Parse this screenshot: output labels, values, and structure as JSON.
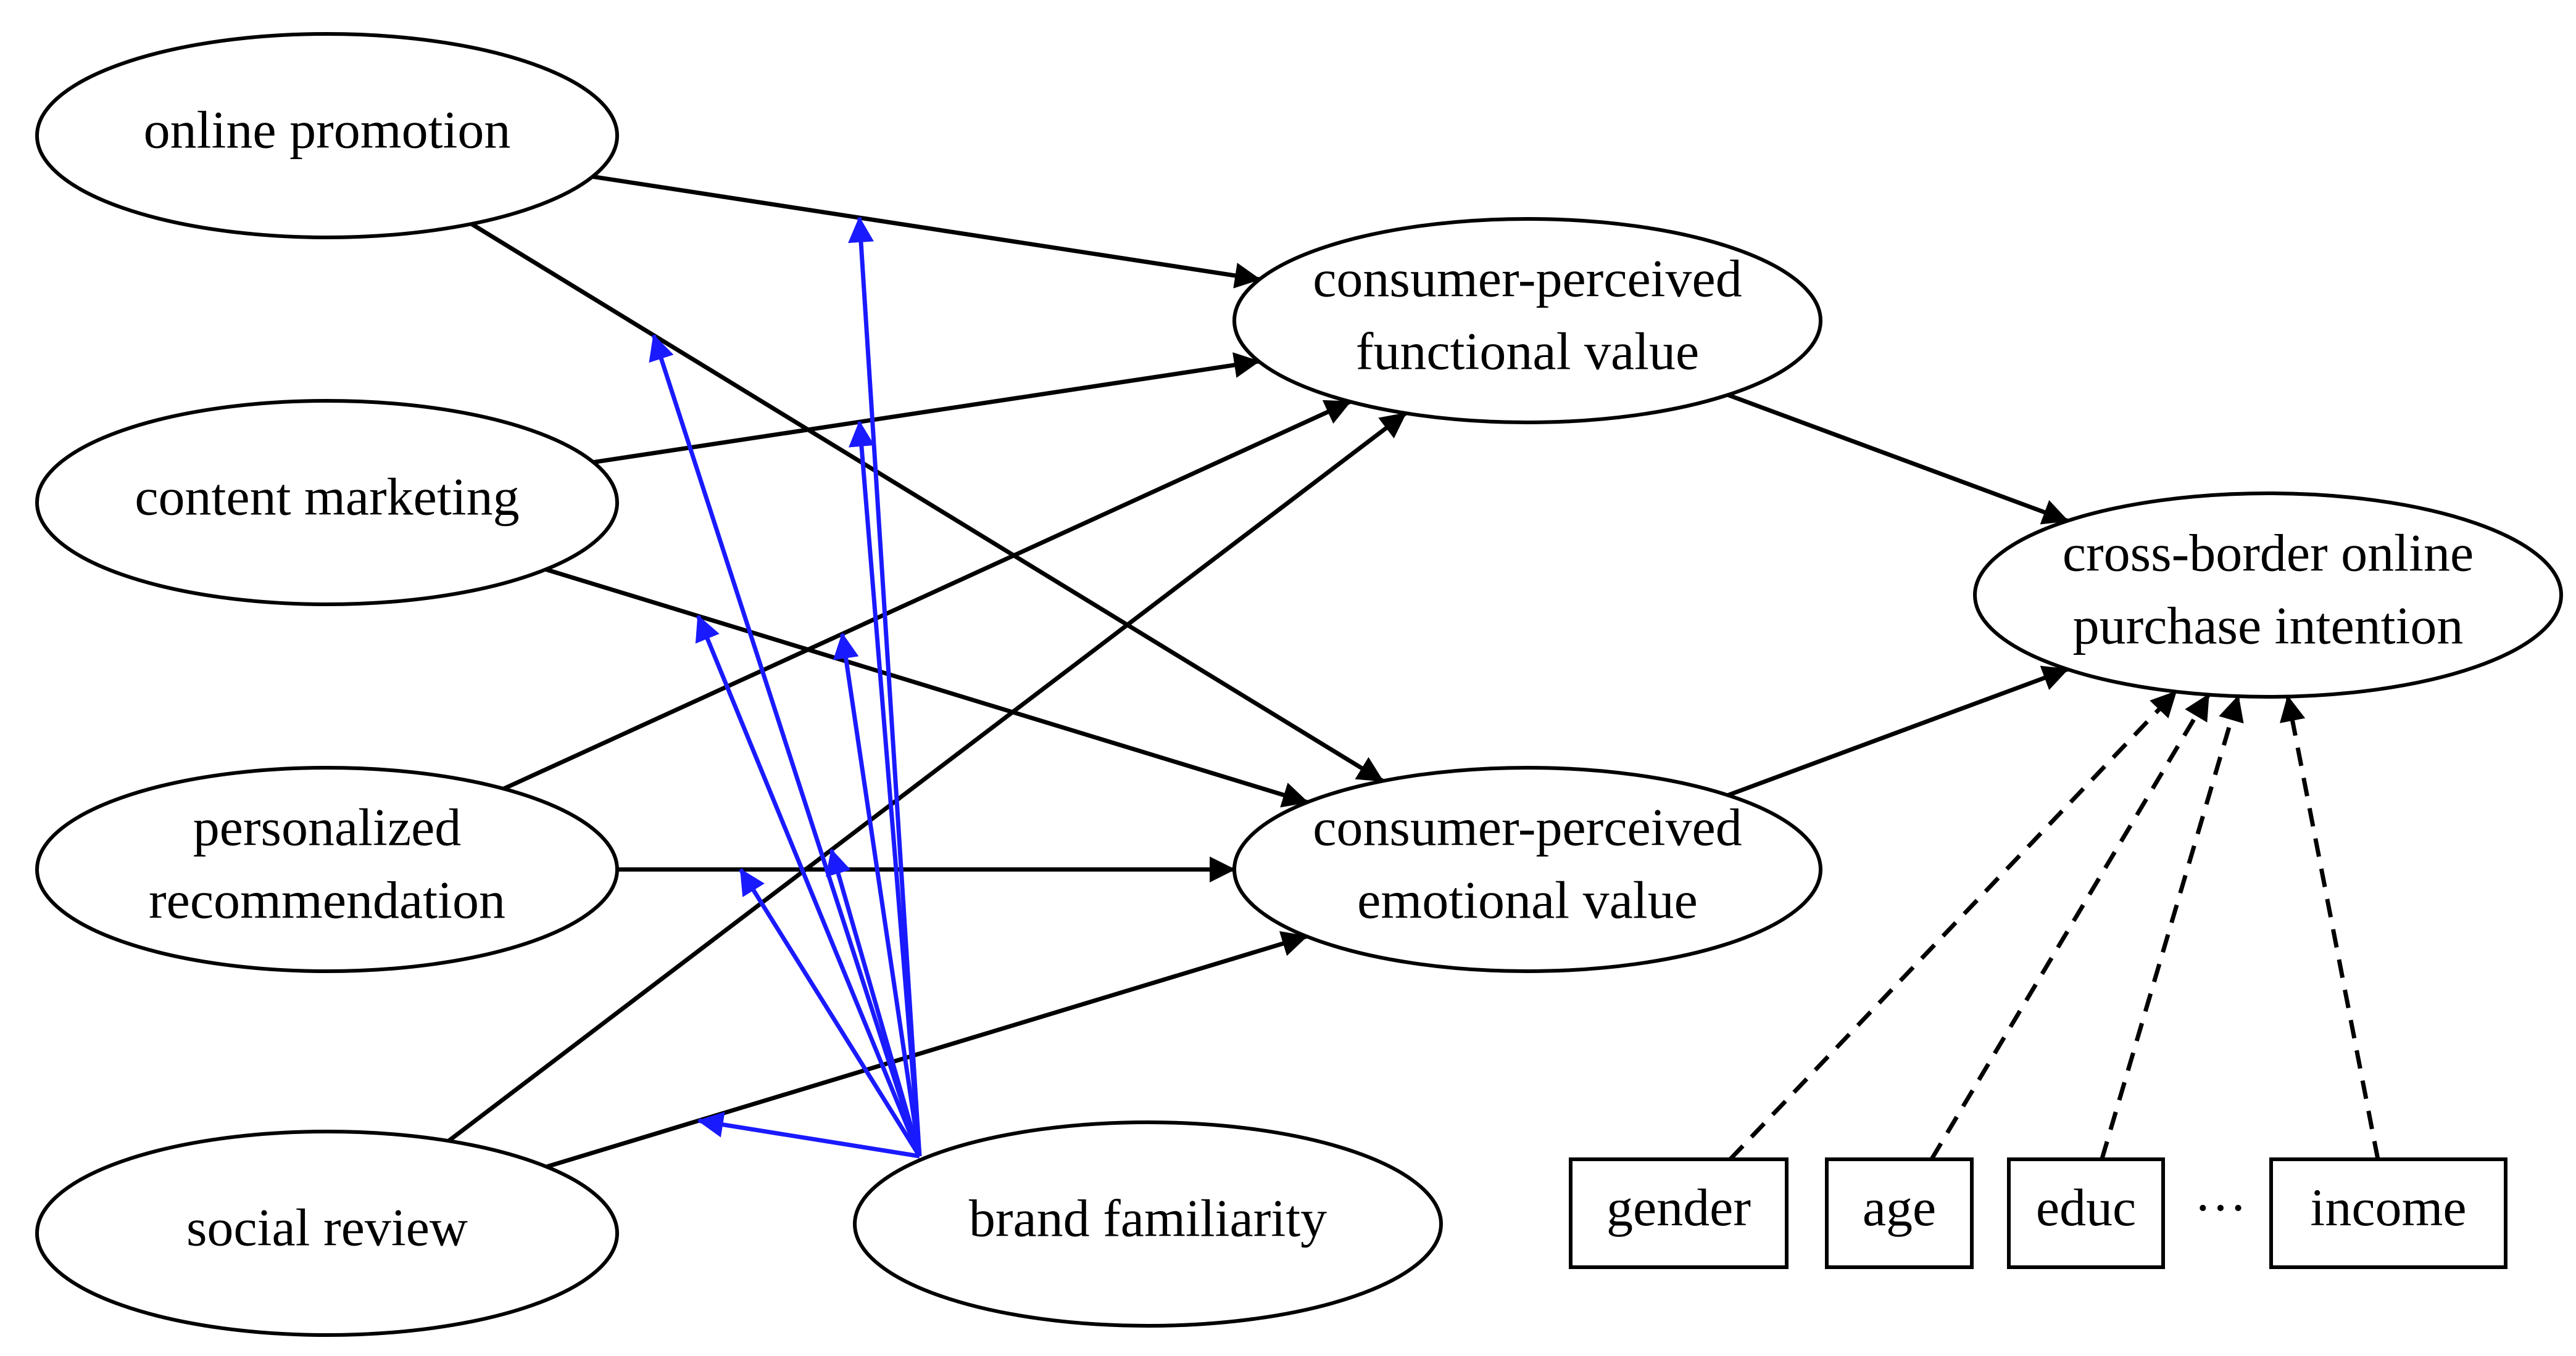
{
  "colors": {
    "line": "#000000",
    "moderator": "#1a1aff",
    "node_fill": "#ffffff"
  },
  "nodes": {
    "online_promotion": {
      "lines": [
        "online promotion"
      ]
    },
    "content_marketing": {
      "lines": [
        "content marketing"
      ]
    },
    "personalized_recommendation": {
      "lines": [
        "personalized",
        "recommendation"
      ]
    },
    "social_review": {
      "lines": [
        "social review"
      ]
    },
    "brand_familiarity": {
      "lines": [
        "brand familiarity"
      ]
    },
    "functional_value": {
      "lines": [
        "consumer-perceived",
        "functional value"
      ]
    },
    "emotional_value": {
      "lines": [
        "consumer-perceived",
        "emotional value"
      ]
    },
    "purchase_intention": {
      "lines": [
        "cross-border online",
        "purchase intention"
      ]
    },
    "gender": {
      "lines": [
        "gender"
      ]
    },
    "age": {
      "lines": [
        "age"
      ]
    },
    "educ": {
      "lines": [
        "educ"
      ]
    },
    "ellipsis": {
      "lines": [
        "···"
      ]
    },
    "income": {
      "lines": [
        "income"
      ]
    }
  },
  "edges": [
    {
      "from": "online_promotion",
      "to": "functional_value",
      "style": "solid"
    },
    {
      "from": "online_promotion",
      "to": "emotional_value",
      "style": "solid"
    },
    {
      "from": "content_marketing",
      "to": "functional_value",
      "style": "solid"
    },
    {
      "from": "content_marketing",
      "to": "emotional_value",
      "style": "solid"
    },
    {
      "from": "personalized_recommendation",
      "to": "functional_value",
      "style": "solid"
    },
    {
      "from": "personalized_recommendation",
      "to": "emotional_value",
      "style": "solid"
    },
    {
      "from": "social_review",
      "to": "functional_value",
      "style": "solid"
    },
    {
      "from": "social_review",
      "to": "emotional_value",
      "style": "solid"
    },
    {
      "from": "functional_value",
      "to": "purchase_intention",
      "style": "solid"
    },
    {
      "from": "emotional_value",
      "to": "purchase_intention",
      "style": "solid"
    },
    {
      "from": "gender",
      "to": "purchase_intention",
      "style": "dashed"
    },
    {
      "from": "age",
      "to": "purchase_intention",
      "style": "dashed"
    },
    {
      "from": "educ",
      "to": "purchase_intention",
      "style": "dashed"
    },
    {
      "from": "income",
      "to": "purchase_intention",
      "style": "dashed"
    }
  ],
  "moderation": {
    "moderator": "brand_familiarity",
    "targets": [
      {
        "from": "online_promotion",
        "to": "functional_value"
      },
      {
        "from": "content_marketing",
        "to": "functional_value"
      },
      {
        "from": "personalized_recommendation",
        "to": "functional_value"
      },
      {
        "from": "social_review",
        "to": "functional_value"
      },
      {
        "from": "online_promotion",
        "to": "emotional_value"
      },
      {
        "from": "content_marketing",
        "to": "emotional_value"
      },
      {
        "from": "personalized_recommendation",
        "to": "emotional_value"
      },
      {
        "from": "social_review",
        "to": "emotional_value"
      }
    ]
  }
}
